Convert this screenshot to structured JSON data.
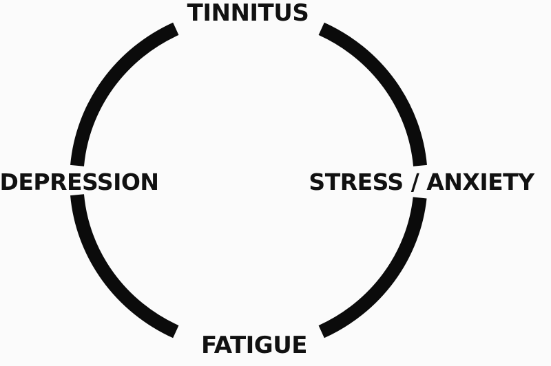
{
  "diagram": {
    "type": "cycle",
    "nodes": [
      {
        "id": "tinnitus",
        "label": "TINNITUS"
      },
      {
        "id": "stress",
        "label": "STRESS / ANXIETY"
      },
      {
        "id": "fatigue",
        "label": "FATIGUE"
      },
      {
        "id": "depression",
        "label": "DEPRESSION"
      }
    ],
    "edges": [
      {
        "from": "tinnitus",
        "to": "stress"
      },
      {
        "from": "stress",
        "to": "fatigue"
      },
      {
        "from": "fatigue",
        "to": "depression"
      },
      {
        "from": "depression",
        "to": "tinnitus"
      }
    ],
    "colors": {
      "ring": "#0b0b0b",
      "text": "#111111",
      "background": "#fbfbfb"
    }
  }
}
